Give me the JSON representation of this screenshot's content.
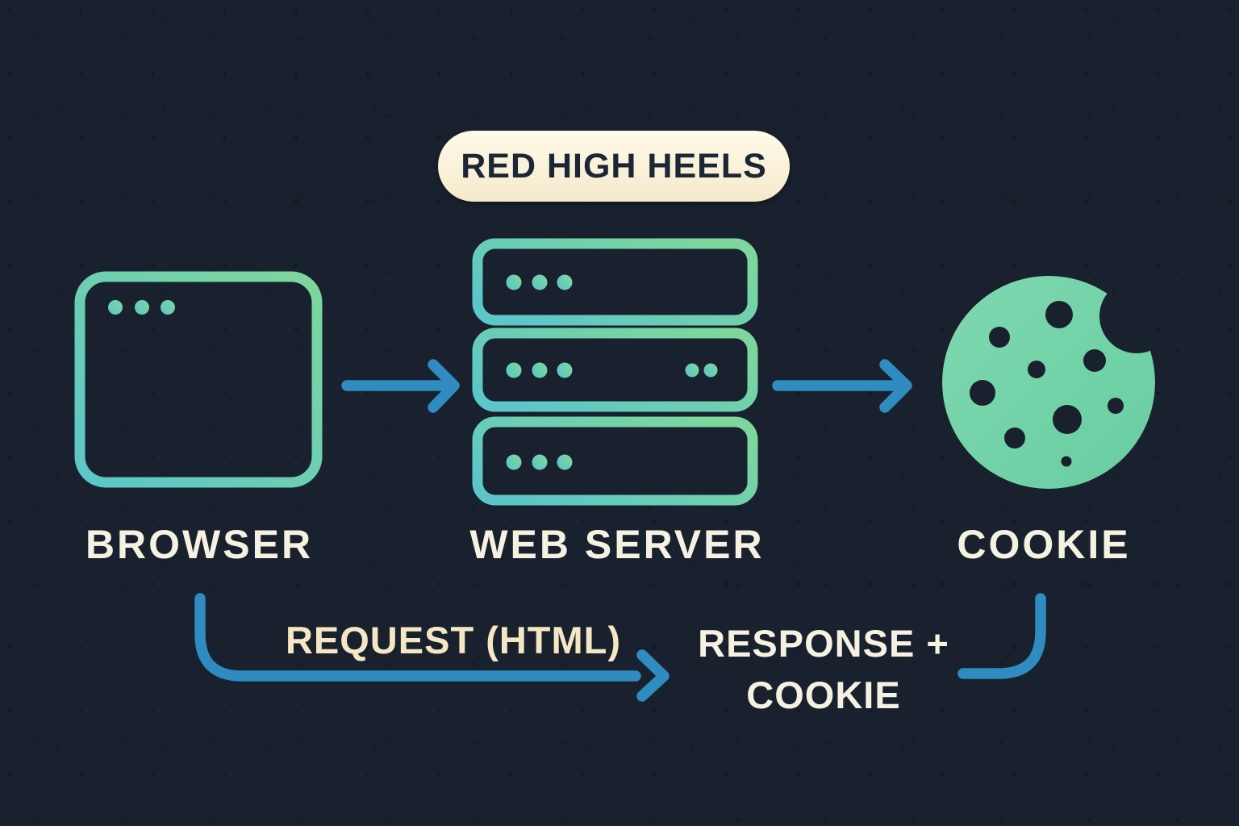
{
  "badge": {
    "label": "RED HIGH HEELS"
  },
  "nodes": {
    "browser": {
      "label": "BROWSER",
      "icon": "browser-window-icon"
    },
    "server": {
      "label": "WEB SERVER",
      "icon": "server-stack-icon"
    },
    "cookie": {
      "label": "COOKIE",
      "icon": "cookie-bitten-icon"
    }
  },
  "flows": {
    "browser_to_server": {
      "icon": "arrow-right-icon"
    },
    "server_to_cookie": {
      "icon": "arrow-right-icon"
    },
    "request": {
      "label": "REQUEST (HTML)",
      "icon": "elbow-arrow-right-icon"
    },
    "response": {
      "line1": "RESPONSE +",
      "line2": "COOKIE",
      "icon": "elbow-connector-icon"
    }
  },
  "colors": {
    "background": "#18212d",
    "icon_teal": "#5cc6c8",
    "icon_green": "#7dd79c",
    "cookie_fill_light": "#7fd8b0",
    "cookie_fill": "#68cda0",
    "arrow_blue": "#2f8bc0",
    "badge_bg_top": "#fffbe9",
    "badge_bg_bottom": "#f5e9cb",
    "badge_text": "#1c2736",
    "label_ivory": "#f6f2e2",
    "request_cream": "#f5e6c4"
  }
}
